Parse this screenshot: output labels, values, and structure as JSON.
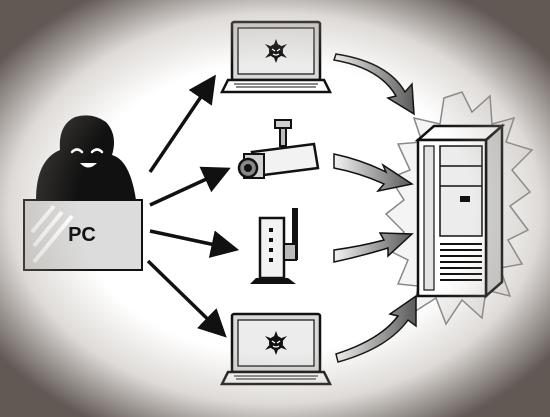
{
  "attacker": {
    "label": "PC",
    "icon": "hooded-hacker-icon"
  },
  "compromised_devices": [
    {
      "type": "laptop",
      "icon": "infected-laptop-icon"
    },
    {
      "type": "security-camera",
      "icon": "infected-camera-icon"
    },
    {
      "type": "wifi-router",
      "icon": "infected-router-icon"
    },
    {
      "type": "laptop",
      "icon": "infected-laptop-icon"
    }
  ],
  "target": {
    "type": "server",
    "icon": "server-icon"
  },
  "colors": {
    "ink": "#111111",
    "paper": "#ffffff",
    "screen": "#d9d9d9",
    "burst": "#f4f4f4",
    "flow_arrow_light": "#f2f2f2",
    "flow_arrow_dark": "#5a5a5a"
  }
}
